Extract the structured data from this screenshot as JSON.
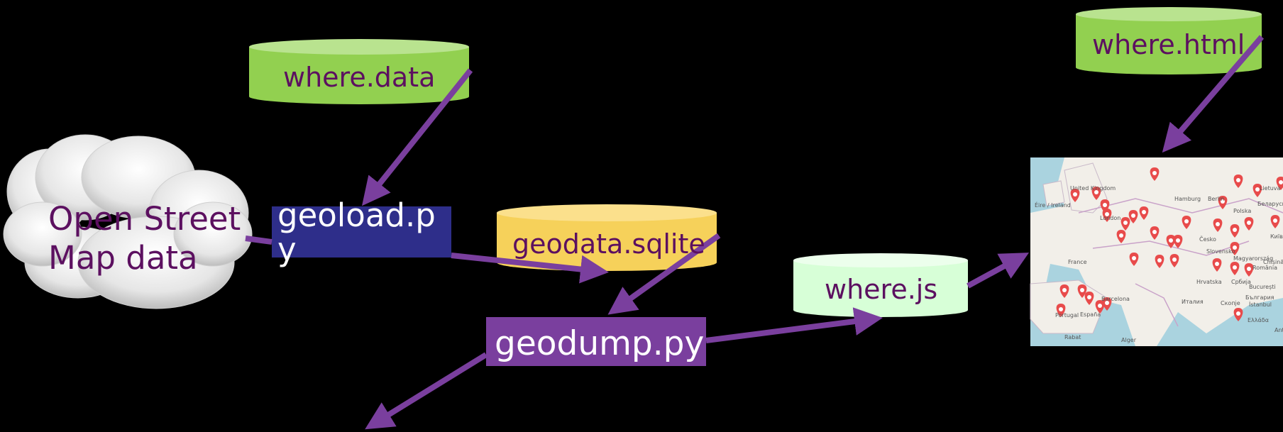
{
  "colors": {
    "background": "#000000",
    "arrow": "#7a3f9e",
    "cylinder_green": "#92d050",
    "cylinder_green_top": "#b9e38f",
    "cylinder_yellow": "#f6d15a",
    "cylinder_mint": "#d7ffd7",
    "box_navy": "#2e2e8a",
    "box_purple": "#7a3f9e",
    "dark_text": "#5c1060",
    "white_text": "#ffffff"
  },
  "nodes": {
    "where_data": {
      "label": "where.data",
      "icon": "database-cylinder"
    },
    "osm": {
      "label_line1": "Open Street",
      "label_line2": "Map data",
      "icon": "cloud-icon"
    },
    "geoload": {
      "label": "geoload.py",
      "icon": "process-box"
    },
    "geodata": {
      "label": "geodata.sqlite",
      "icon": "database-cylinder"
    },
    "geodump": {
      "label": "geodump.py",
      "icon": "process-box"
    },
    "where_js": {
      "label": "where.js",
      "icon": "database-cylinder"
    },
    "where_html": {
      "label": "where.html",
      "icon": "database-cylinder"
    },
    "map": {
      "icon": "map-thumbnail",
      "place_labels": [
        "United Kingdom",
        "Éire / Ireland",
        "London",
        "Hamburg",
        "Berlin",
        "France",
        "Česko",
        "Slovensko",
        "Polska",
        "Беларусь",
        "Київ",
        "Magyarország",
        "România",
        "Hrvatska",
        "Србија",
        "București",
        "България",
        "Италия",
        "Скопје",
        "İstanbul",
        "Ελλάδα",
        "Barcelona",
        "España",
        "Portugal",
        "Rabat",
        "Alger",
        "Chișinău",
        "Lietuva",
        "Antaly"
      ]
    }
  }
}
